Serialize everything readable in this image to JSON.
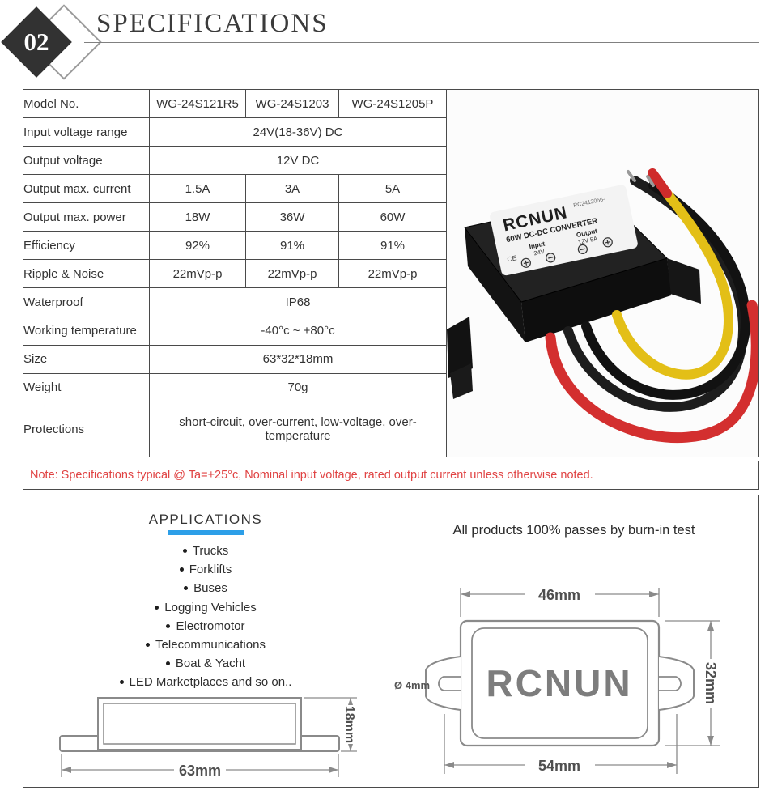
{
  "header": {
    "badge_number": "02",
    "title": "SPECIFICATIONS"
  },
  "spec_table": {
    "header": {
      "label": "Model No.",
      "models": [
        "WG-24S121R5",
        "WG-24S1203",
        "WG-24S1205P"
      ]
    },
    "rows": [
      {
        "label": "Input voltage range",
        "merged": "24V(18-36V) DC"
      },
      {
        "label": "Output voltage",
        "merged": "12V DC"
      },
      {
        "label": "Output max. current",
        "values": [
          "1.5A",
          "3A",
          "5A"
        ]
      },
      {
        "label": "Output max. power",
        "values": [
          "18W",
          "36W",
          "60W"
        ]
      },
      {
        "label": "Efficiency",
        "values": [
          "92%",
          "91%",
          "91%"
        ]
      },
      {
        "label": "Ripple & Noise",
        "values": [
          "22mVp-p",
          "22mVp-p",
          "22mVp-p"
        ]
      },
      {
        "label": "Waterproof",
        "merged": "IP68"
      },
      {
        "label": "Working temperature",
        "merged": "-40°c ~ +80°c"
      },
      {
        "label": "Size",
        "merged": "63*32*18mm"
      },
      {
        "label": "Weight",
        "merged": "70g"
      },
      {
        "label": "Protections",
        "merged": "short-circuit, over-current, low-voltage, over-temperature"
      }
    ]
  },
  "note": "Note: Specifications typical @ Ta=+25°c, Nominal input voltage, rated output current unless otherwise noted.",
  "applications": {
    "title": "APPLICATIONS",
    "items": [
      "Trucks",
      "Forklifts",
      "Buses",
      "Logging Vehicles",
      "Electromotor",
      "Telecommunications",
      "Boat & Yacht",
      "LED Marketplaces and so on.."
    ]
  },
  "burn_in_text": "All products 100% passes by burn-in test",
  "product_photo": {
    "brand": "RCNUN",
    "serial": "RC2412056-",
    "title_line": "60W DC-DC CONVERTER",
    "input_label": "Input",
    "input_value": "24V",
    "output_label": "Output",
    "output_value": "12V 5A",
    "ce_mark": "CE"
  },
  "drawings": {
    "top_view": {
      "logo": "RCNUN",
      "width_dim": "46mm",
      "height_dim": "32mm",
      "base_dim": "54mm",
      "hole_dim": "Ø 4mm"
    },
    "side_view": {
      "width_dim": "63mm",
      "height_dim": "18mm"
    }
  },
  "colors": {
    "accent_red": "#c9302c",
    "note_red": "#e04343",
    "underline_blue": "#2d9fe8",
    "drawing_gray": "#8a8a8a",
    "logo_gray": "#7d7d7d",
    "diamond_dark": "#323232",
    "wire_red": "#d32f2f",
    "wire_yellow": "#e3bf17",
    "wire_black": "#1d1d1d"
  }
}
